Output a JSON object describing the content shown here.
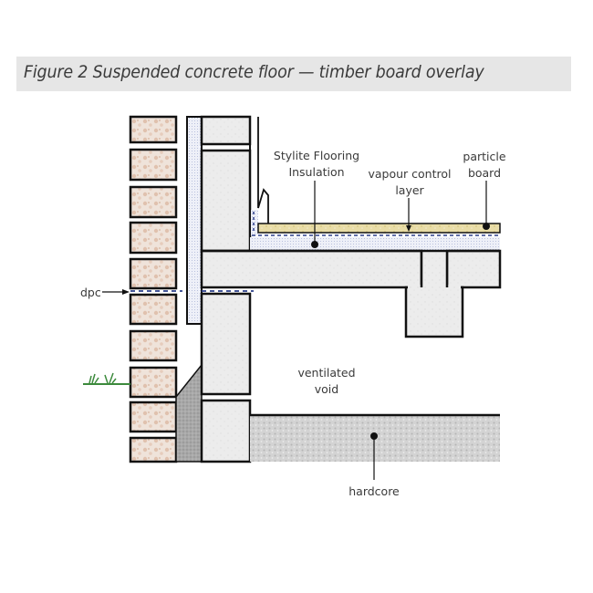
{
  "figure": {
    "title": "Figure 2  Suspended concrete floor — timber board overlay"
  },
  "labels": {
    "insulation_line1": "Stylite Flooring",
    "insulation_line2": "Insulation",
    "vcl_line1": "vapour control",
    "vcl_line2": "layer",
    "board_line1": "particle",
    "board_line2": "board",
    "dpc": "dpc",
    "void_line1": "ventilated",
    "void_line2": "void",
    "hardcore": "hardcore"
  },
  "colors": {
    "title_bg": "#e6e6e6",
    "brick": "#ecd9cc",
    "block": "#ededed",
    "insulation": "#dde3f3",
    "board": "#e9dfa8",
    "dpc_dash": "#2b3e8a",
    "grass": "#3c8a3c",
    "hardcore": "#c9c9c9",
    "fill": "#a9a9a9"
  }
}
